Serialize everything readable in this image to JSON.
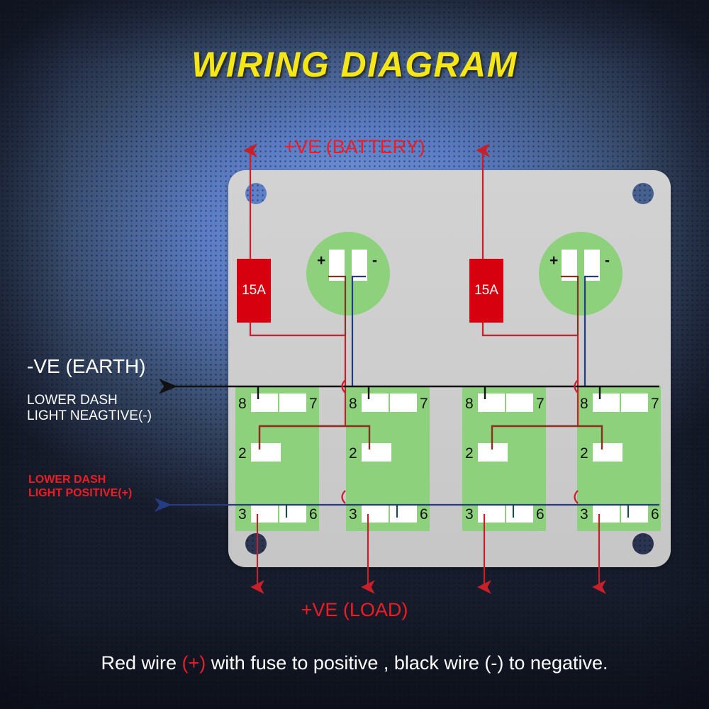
{
  "title": "WIRING DIAGRAM",
  "labels": {
    "battery": "+VE (BATTERY)",
    "load": "+VE (LOAD)",
    "earth": "-VE (EARTH)",
    "dash_negative": "LOWER DASH\nLIGHT NEAGTIVE(-)",
    "dash_positive": "LOWER DASH\nLIGHT POSITIVE(+)"
  },
  "caption": {
    "part1": "Red wire ",
    "plus": "(+)",
    "part2": " with fuse to positive , black wire (-) to negative."
  },
  "fuses": [
    {
      "rating": "15A"
    },
    {
      "rating": "15A"
    }
  ],
  "led_circles": [
    {
      "plus": "+",
      "minus": "-"
    },
    {
      "plus": "+",
      "minus": "-"
    }
  ],
  "switch_blocks": [
    {
      "terminals": {
        "top_left": "8",
        "top_right": "7",
        "mid_left": "2",
        "bottom_left": "3",
        "bottom_right": "6"
      }
    },
    {
      "terminals": {
        "top_left": "8",
        "top_right": "7",
        "mid_left": "2",
        "bottom_left": "3",
        "bottom_right": "6"
      }
    },
    {
      "terminals": {
        "top_left": "8",
        "top_right": "7",
        "mid_left": "2",
        "bottom_left": "3",
        "bottom_right": "6"
      }
    },
    {
      "terminals": {
        "top_left": "8",
        "top_right": "7",
        "mid_left": "2",
        "bottom_left": "3",
        "bottom_right": "6"
      }
    }
  ],
  "colors": {
    "title_yellow": "#f5e618",
    "red_wire": "#c8202a",
    "dark_red_wire": "#8a3020",
    "black_wire": "#111111",
    "blue_wire": "#263c82",
    "fuse_red": "#d6000f",
    "panel_grey": "#cdcdcd",
    "switch_green": "#8ed17d",
    "background_blue": "#6b8ed4"
  }
}
